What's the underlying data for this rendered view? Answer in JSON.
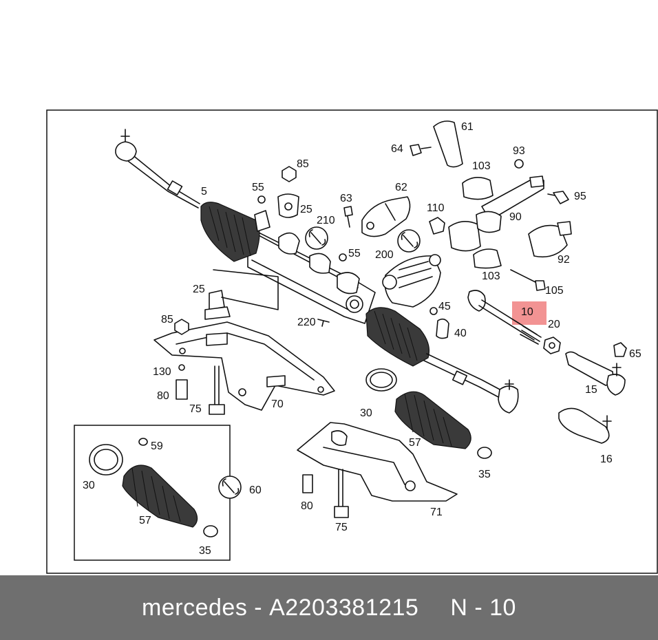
{
  "footer": {
    "brand": "mercedes",
    "separator": "-",
    "part_number": "A2203381215",
    "ref_label": "N - 10"
  },
  "highlight": {
    "label": "10",
    "color": "#f08080"
  },
  "callouts": {
    "c61": "61",
    "c64": "64",
    "c103a": "103",
    "c93": "93",
    "c5": "5",
    "c85a": "85",
    "c55a": "55",
    "c25a": "25",
    "c63": "63",
    "c62": "62",
    "c110": "110",
    "c95": "95",
    "c90": "90",
    "c210": "210",
    "c55b": "55",
    "c200": "200",
    "c92": "92",
    "c103b": "103",
    "c105": "105",
    "c25b": "25",
    "c45": "45",
    "c220": "220",
    "c85b": "85",
    "c40": "40",
    "c20": "20",
    "c65": "65",
    "c130": "130",
    "c15": "15",
    "c80a": "80",
    "c75a": "75",
    "c70": "70",
    "c30a": "30",
    "c59": "59",
    "c57a": "57",
    "c35a": "35",
    "c16": "16",
    "c30b": "30",
    "c60": "60",
    "c80b": "80",
    "c71": "71",
    "c57b": "57",
    "c75b": "75",
    "c35b": "35"
  }
}
